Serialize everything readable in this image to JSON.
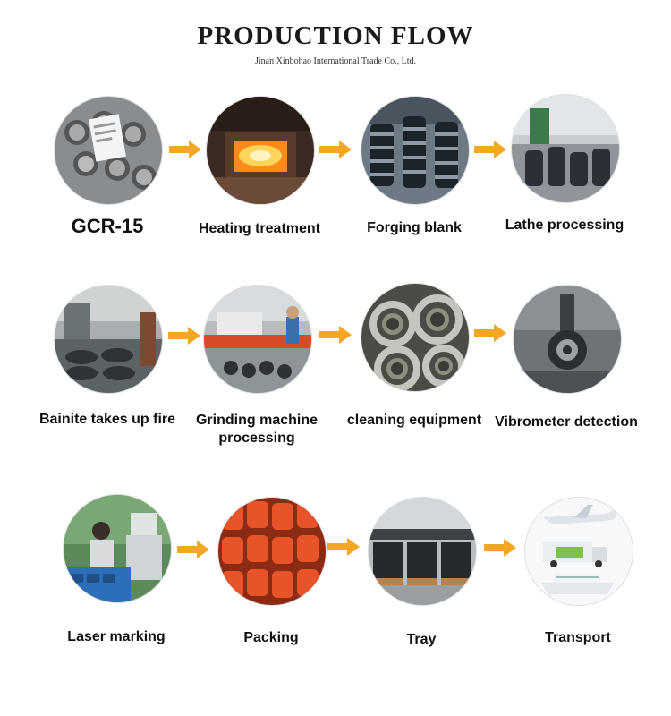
{
  "header": {
    "title": "PRODUCTION FLOW",
    "subtitle": "Jinan Xinbohao International Trade Co., Ltd."
  },
  "accent_color": "#f5a623",
  "rows": [
    {
      "steps": [
        {
          "label": "GCR-15",
          "icon": "steel-bars-photo"
        },
        {
          "label": "Heating treatment",
          "icon": "furnace-photo"
        },
        {
          "label": "Forging blank",
          "icon": "forged-rings-photo"
        },
        {
          "label": "Lathe processing",
          "icon": "lathe-photo"
        }
      ]
    },
    {
      "steps": [
        {
          "label": "Bainite takes up fire",
          "icon": "heat-line-photo"
        },
        {
          "label": "Grinding machine processing",
          "icon": "grinding-machine-photo"
        },
        {
          "label": "cleaning equipment",
          "icon": "bearings-photo"
        },
        {
          "label": "Vibrometer detection",
          "icon": "vibrometer-photo"
        }
      ]
    },
    {
      "steps": [
        {
          "label": "Laser marking",
          "icon": "laser-marking-photo"
        },
        {
          "label": "Packing",
          "icon": "packed-bearings-photo"
        },
        {
          "label": "Tray",
          "icon": "pallet-crates-photo"
        },
        {
          "label": "Transport",
          "icon": "plane-truck-ship-photo"
        }
      ]
    }
  ]
}
